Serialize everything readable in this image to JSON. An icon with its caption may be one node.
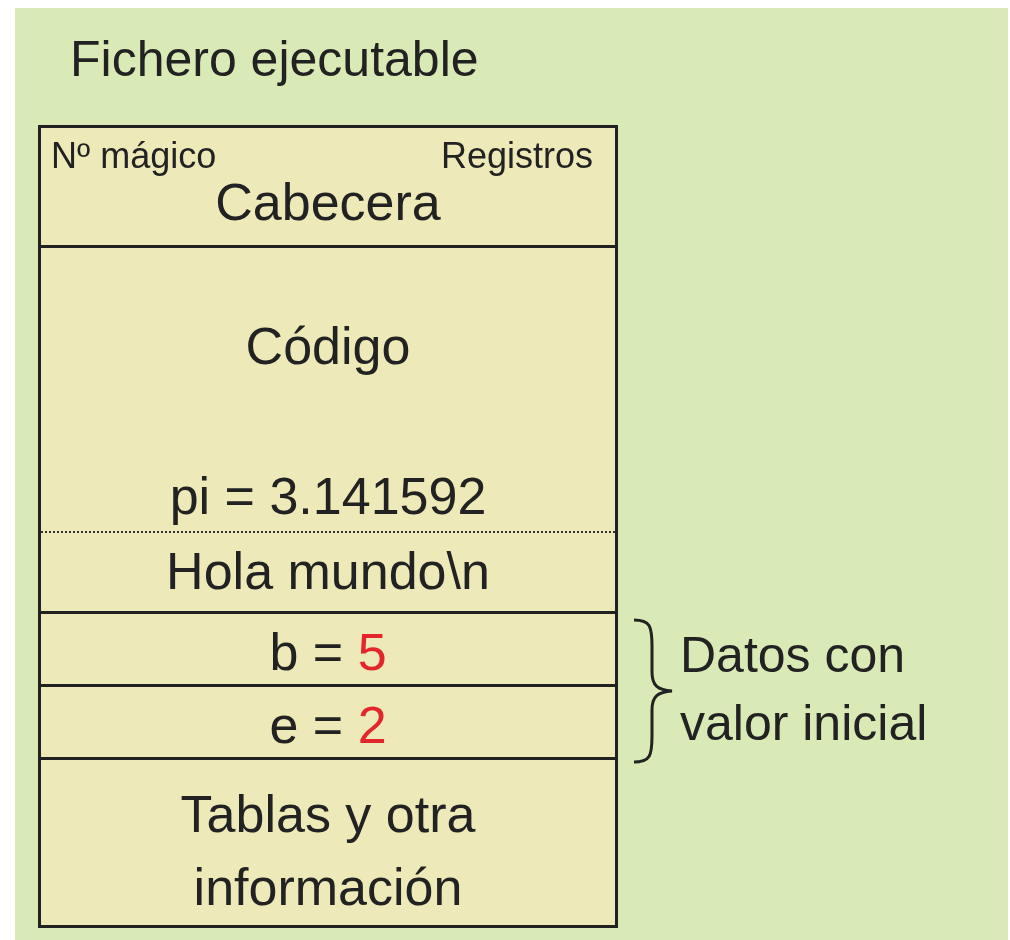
{
  "diagram": {
    "nodes": [
      {
        "text": [
          "Fichero ejecutable"
        ]
      },
      {
        "text": [
          "Nº mágico",
          "Registros",
          "Cabecera"
        ],
        "in": 0
      },
      {
        "text": [
          "Código",
          "pi = 3.141592",
          "Hola mundo\\n"
        ],
        "in": 0
      },
      {
        "text": [
          "b =",
          "5"
        ],
        "in": 0
      },
      {
        "text": [
          "e =",
          "2"
        ],
        "in": 0
      },
      {
        "text": [
          "Tablas y otra información"
        ],
        "in": 0
      }
    ],
    "edges": [],
    "labels": [
      "Datos con valor inicial"
    ]
  }
}
